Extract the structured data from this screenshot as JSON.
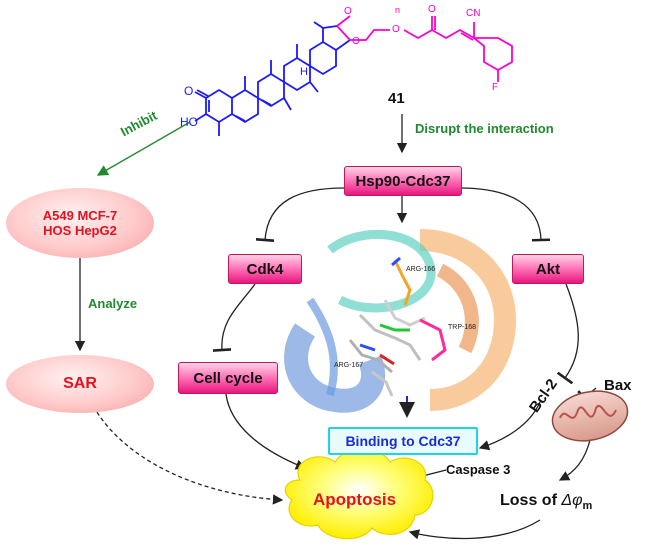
{
  "compound": {
    "number": "41"
  },
  "molecule": {
    "atom_o1": "O",
    "atom_ho": "HO",
    "atom_h": "H",
    "atom_o2": "O",
    "atom_o3": "O",
    "atom_o4": "O",
    "atom_o5": "O",
    "atom_n": "n",
    "atom_cn": "CN",
    "atom_f": "F"
  },
  "labels": {
    "inhibit": "Inhibit",
    "disrupt": "Disrupt the interaction",
    "analyze": "Analyze"
  },
  "boxes": {
    "hsp90": "Hsp90-Cdc37",
    "cdk4": "Cdk4",
    "akt": "Akt",
    "cell_cycle": "Cell cycle",
    "binding": "Binding to Cdc37"
  },
  "cell_lines": {
    "line1": "A549  MCF-7",
    "line2": "HOS  HepG2"
  },
  "sar": "SAR",
  "apoptosis": "Apoptosis",
  "bcl2": "Bcl-2",
  "bax": "Bax",
  "caspase": "Caspase 3",
  "loss": {
    "prefix": "Loss of ",
    "symbol": "Δφ",
    "sub": "m"
  },
  "residues": {
    "arg166": "ARG-166",
    "trp168": "TRP-168",
    "arg167": "ARG-167"
  },
  "colors": {
    "pink": "#ff66b0",
    "green": "#1f8a2e",
    "blue_molecule": "#1a1aff",
    "magenta_molecule": "#ff00cc",
    "red_text": "#e8101e",
    "yellow": "#ffff33"
  }
}
